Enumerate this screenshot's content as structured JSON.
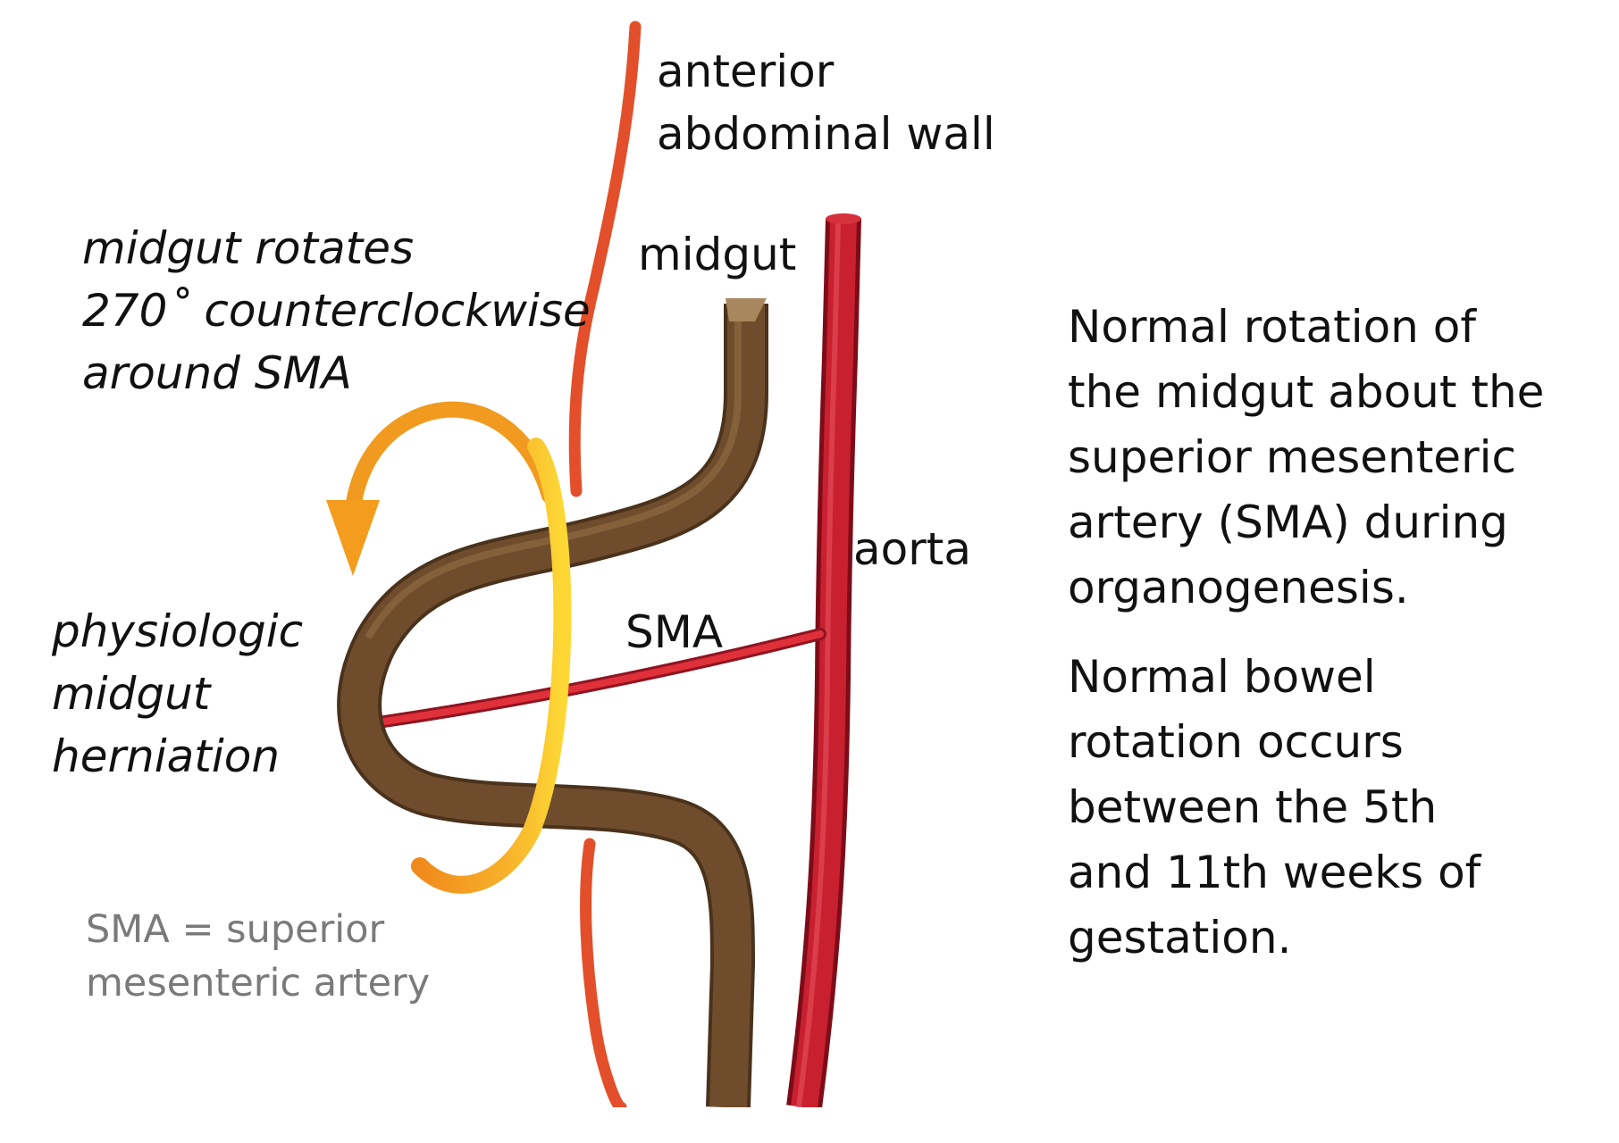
{
  "labels": {
    "abdominal_wall": [
      "anterior",
      "abdominal wall"
    ],
    "midgut": "midgut",
    "aorta": "aorta",
    "sma": "SMA",
    "rotation_note": [
      "midgut rotates",
      "270˚ counterclockwise",
      "around SMA"
    ],
    "herniation_note": [
      "physiologic",
      "midgut",
      "herniation"
    ],
    "abbreviation": [
      "SMA = superior",
      "mesenteric artery"
    ]
  },
  "description": {
    "paragraph1": [
      "Normal rotation of",
      "the midgut about the",
      "superior mesenteric",
      "artery (SMA) during",
      "organogenesis."
    ],
    "paragraph2": [
      "Normal bowel",
      "rotation occurs",
      "between the 5th",
      "and 11th weeks of",
      "gestation."
    ]
  },
  "colors": {
    "abdominal_wall": "#e24f2a",
    "aorta": "#c21a2a",
    "sma": "#d11f2b",
    "midgut": "#6b4a2b",
    "rotation_arrow": "#f5a623"
  }
}
